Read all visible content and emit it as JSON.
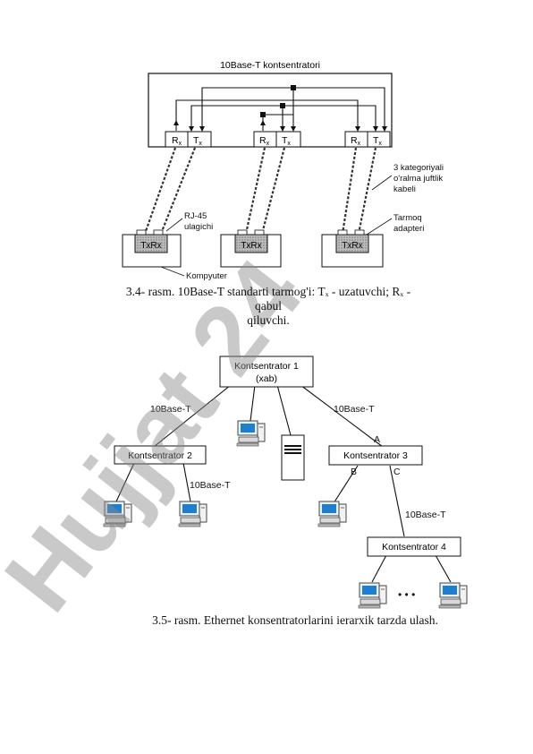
{
  "fig1": {
    "hub_label": "10Base-T kontsentratori",
    "port_rx": "R",
    "port_tx": "T",
    "sub_x": "x",
    "nic_label": "TxRx",
    "rj45_line1": "RJ-45",
    "rj45_line2": "ulagichi",
    "cable_line1": "3 kategoriyali",
    "cable_line2": "o'ralma juftlik",
    "cable_line3": "kabeli",
    "adapter_line1": "Tarmoq",
    "adapter_line2": "adapteri",
    "computer_label": "Kompyuter",
    "caption_line1": "3.4- rasm. 10Base-T standarti tarmog'i: Tₓ - uzatuvchi; Rₓ -",
    "caption_line2": "qabul",
    "caption_line3": "qiluvchi."
  },
  "fig2": {
    "hub1_line1": "Kontsentrator 1",
    "hub1_line2": "(xab)",
    "hub2": "Kontsentrator 2",
    "hub3": "Kontsentrator 3",
    "hub4": "Kontsentrator 4",
    "link_left": "10Base-T",
    "link_right": "10Base-T",
    "link_hub2": "10Base-T",
    "link_c": "10Base-T",
    "port_a": "A",
    "port_b": "B",
    "port_c": "C",
    "dots": "• • •",
    "caption": "3.5- rasm. Ethernet konsentratorlarini ierarxik tarzda ulash."
  },
  "watermark": {
    "text": "Hujjat 24",
    "color": "#8a2be2"
  }
}
